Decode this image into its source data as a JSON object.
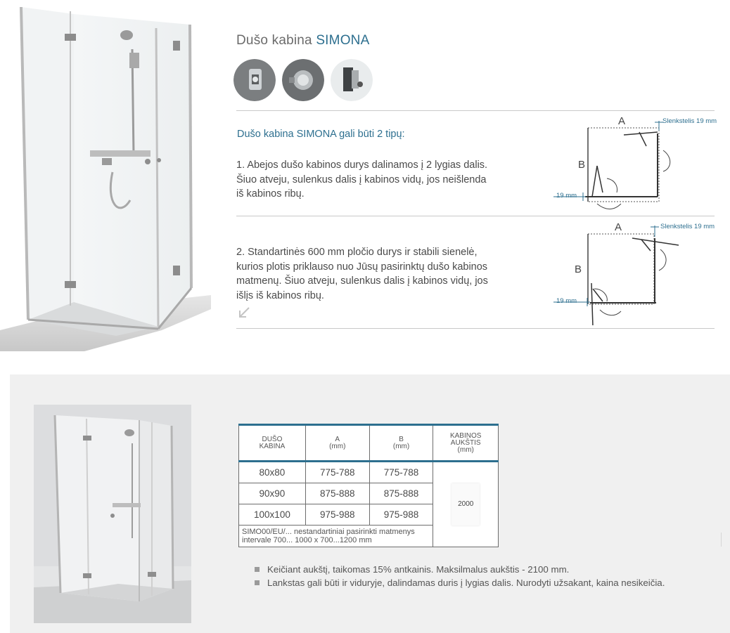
{
  "header": {
    "title_prefix": "Dušo kabina",
    "title_name": "SIMONA"
  },
  "swatches": [
    {
      "icon": "hinge-detail-icon"
    },
    {
      "icon": "round-handle-detail-icon"
    },
    {
      "icon": "wall-profile-detail-icon"
    }
  ],
  "section": {
    "heading": "Dušo kabina SIMONA gali būti 2 tipų:",
    "type1_text": "1. Abejos dušo kabinos durys dalinamos į 2 lygias dalis.\nŠiuo atveju, sulenkus dalis į kabinos vidų, jos neišlenda\niš kabinos ribų.",
    "type2_text": "2.  Standartinės 600 mm pločio durys ir stabili sienelė,\nkurios plotis priklauso nuo Jūsų pasirinktų dušo kabinos\nmatmenų. Šiuo atveju, sulenkus dalis į kabinos vidų, jos\nišlįs iš kabinos ribų."
  },
  "diagram1": {
    "label_a": "A",
    "label_b": "B",
    "threshold": "Slenkstelis 19 mm",
    "dim": "19 mm"
  },
  "diagram2": {
    "label_a": "A",
    "label_b": "B",
    "threshold": "Slenkstelis 19 mm",
    "dim": "19 mm"
  },
  "table": {
    "headers": [
      "DUŠO\nKABINA",
      "A\n(mm)",
      "B\n(mm)",
      "KABINOS\nAUKŠTIS\n(mm)"
    ],
    "rows": [
      {
        "cabin": "80x80",
        "a": "775-788",
        "b": "775-788"
      },
      {
        "cabin": "90x90",
        "a": "875-888",
        "b": "875-888"
      },
      {
        "cabin": "100x100",
        "a": "975-988",
        "b": "975-988"
      }
    ],
    "height_value": "2000",
    "note": "SIMO00/EU/...  nestandartiniai pasirinkti matmenys intervale 700... 1000 x 700...1200 mm"
  },
  "notes": [
    "Keičiant aukštį, taikomas 15% antkainis. Maksilmalus aukštis - 2100 mm.",
    "Lankstas gali būti ir viduryje, dalindamas duris į lygias dalis. Nurodyti užsakant, kaina nesikeičia."
  ],
  "colors": {
    "accent": "#2d6f8f",
    "panel": "#f0f0f0",
    "text": "#4a4a4a"
  }
}
